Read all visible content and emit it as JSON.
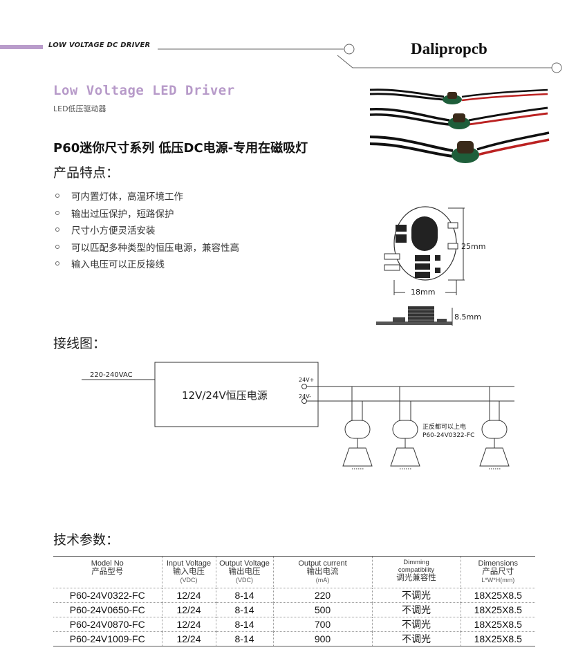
{
  "header": {
    "section_label": "LOW VOLTAGE DC DRIVER",
    "brand": "Dalipropcb",
    "accent_color": "#b99ccb"
  },
  "title": {
    "en": "Low Voltage LED Driver",
    "cn": "LED低压驱动器"
  },
  "product_title": "P60迷你尺寸系列 低压DC电源-专用在磁吸灯",
  "features": {
    "title": "产品特点：",
    "items": [
      "可内置灯体，高温环境工作",
      "输出过压保护，短路保护",
      "尺寸小方便灵活安装",
      "可以匹配多种类型的恒压电源，兼容性高",
      "输入电压可以正反接线"
    ]
  },
  "dimensions": {
    "height": "25mm",
    "width": "18mm",
    "thickness": "8.5mm"
  },
  "wiring": {
    "title": "接线图：",
    "input_label": "220-240VAC",
    "psu_label": "12V/24V恒压电源",
    "pos_label": "24V+",
    "neg_label": "24V-",
    "note_line1": "正反都可以上电",
    "note_line2": "P60-24V0322-FC"
  },
  "params": {
    "title": "技术参数：",
    "headers": [
      {
        "en": "Model No",
        "cn": "产品型号",
        "unit": ""
      },
      {
        "en": "Input Voltage",
        "cn": "输入电压",
        "unit": "(VDC)"
      },
      {
        "en": "Output Voltage",
        "cn": "输出电压",
        "unit": "(VDC)"
      },
      {
        "en": "Output current",
        "cn": "输出电流",
        "unit": "(mA)"
      },
      {
        "en1": "Dimming",
        "en2": "compatibility",
        "cn": "调光兼容性"
      },
      {
        "en": "Dimensions",
        "cn": "产品尺寸",
        "unit": "L*W*H(mm)"
      }
    ],
    "rows": [
      [
        "P60-24V0322-FC",
        "12/24",
        "8-14",
        "220",
        "不调光",
        "18X25X8.5"
      ],
      [
        "P60-24V0650-FC",
        "12/24",
        "8-14",
        "500",
        "不调光",
        "18X25X8.5"
      ],
      [
        "P60-24V0870-FC",
        "12/24",
        "8-14",
        "700",
        "不调光",
        "18X25X8.5"
      ],
      [
        "P60-24V1009-FC",
        "12/24",
        "8-14",
        "900",
        "不调光",
        "18X25X8.5"
      ]
    ]
  }
}
